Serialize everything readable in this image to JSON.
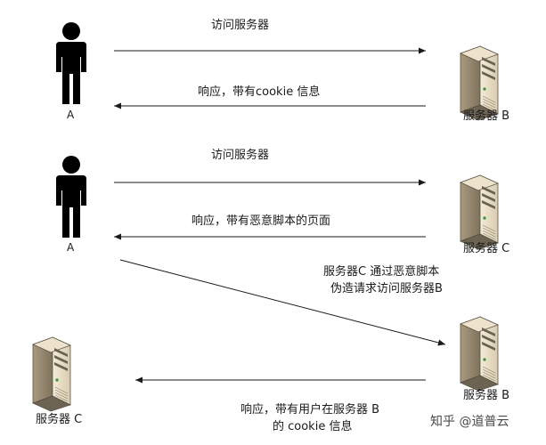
{
  "messages": {
    "m1": "访问服务器",
    "m2": "响应，带有cookie 信息",
    "m3": "访问服务器",
    "m4": "响应，带有恶意脚本的页面",
    "m5_line1": "服务器C 通过恶意脚本",
    "m5_line2": "伪造请求访问服务器B",
    "m6_line1": "响应，带有用户在服务器 B",
    "m6_line2": "的 cookie 信息"
  },
  "actors": {
    "user1": "A",
    "user2": "A",
    "server1": "服务器 B",
    "server2": "服务器 C",
    "server3": "服务器 B",
    "server4": "服务器 C"
  },
  "watermark": "知乎 @道普云",
  "icons": {
    "user": "person-icon",
    "server": "server-tower-icon"
  }
}
